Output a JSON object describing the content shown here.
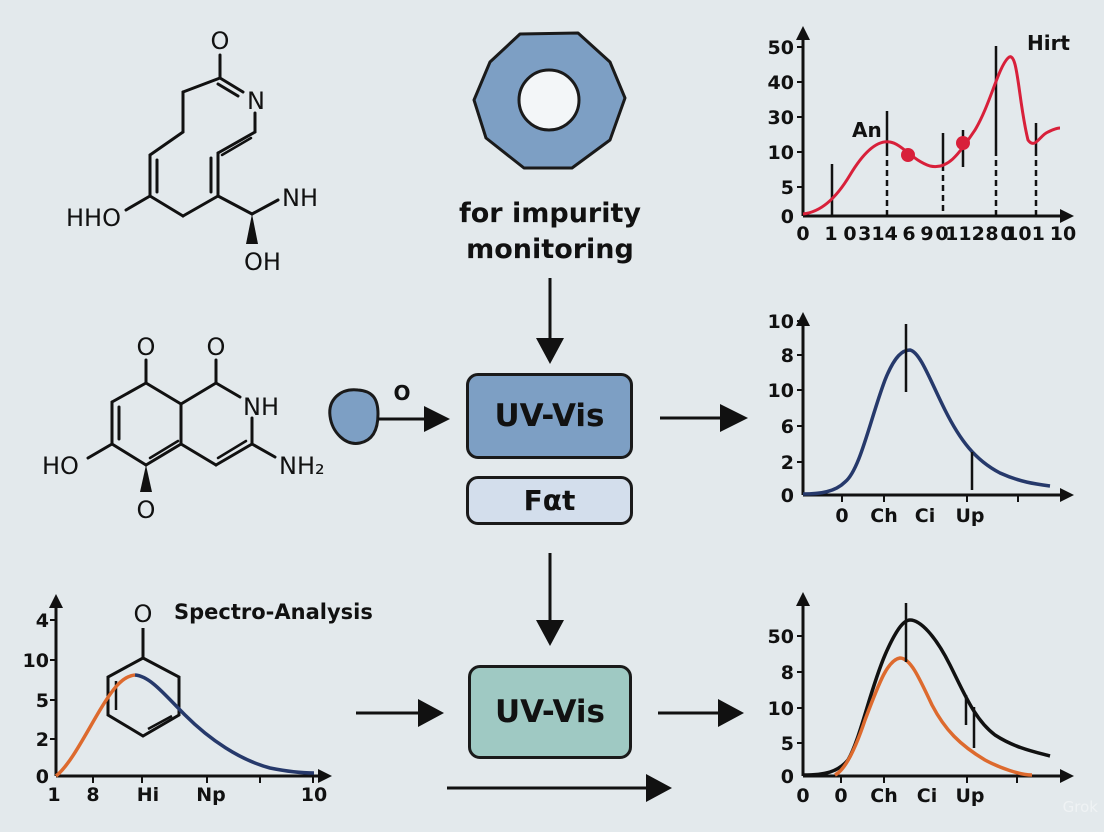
{
  "diagram": {
    "title_text": [
      "for impurity",
      "monitoring"
    ],
    "spectro_label": "Spectro-Analysis",
    "boxes": {
      "uvvis_top": "UV-Vis",
      "fact": "Fαt",
      "uvvis_bottom": "UV-Vis"
    },
    "arrow_label": "O",
    "molecules": {
      "mol1": {
        "labels": [
          "O",
          "N",
          "NH",
          "HHO",
          "OH"
        ]
      },
      "mol2": {
        "labels": [
          "O",
          "O",
          "NH",
          "HO",
          "NH₂",
          "O"
        ]
      },
      "mol3": {
        "labels": [
          "O"
        ]
      }
    },
    "colors": {
      "background": "#e3e9ec",
      "blue_box": "#7d9fc4",
      "light_box": "#d3deec",
      "teal_box": "#9fc9c3",
      "red_curve": "#d8203a",
      "navy_curve": "#26396b",
      "orange_curve": "#dd6a2e",
      "black_curve": "#111111"
    },
    "watermark": "Grok"
  },
  "chart_data": [
    {
      "type": "line",
      "id": "top-right",
      "title": "",
      "annotations": [
        "Hirt",
        "An"
      ],
      "ylabel_ticks": [
        "0",
        "5",
        "10",
        "30",
        "40",
        "50"
      ],
      "xlabel_ticks": [
        "0",
        "1",
        "0",
        "314",
        "6",
        "9",
        "0",
        "112",
        "8",
        "0",
        "101",
        "10"
      ],
      "series": [
        {
          "name": "red",
          "color": "#d8203a",
          "x": [
            0,
            1,
            2,
            3,
            4,
            5,
            6,
            7,
            8,
            8.5,
            9,
            9.5,
            10
          ],
          "y": [
            0,
            3,
            9,
            12,
            10,
            8,
            9,
            13,
            30,
            44,
            40,
            12,
            16
          ]
        }
      ],
      "markers": [
        {
          "x": 4.3,
          "y": 10
        },
        {
          "x": 6.9,
          "y": 12
        }
      ],
      "grid": false
    },
    {
      "type": "line",
      "id": "middle-right",
      "ylabel_ticks": [
        "0",
        "2",
        "6",
        "10",
        "8",
        "10"
      ],
      "xlabel_ticks": [
        "0",
        "Ch",
        "Ci",
        "Up"
      ],
      "series": [
        {
          "name": "navy",
          "color": "#26396b",
          "x": [
            0,
            1,
            2,
            2.5,
            3,
            3.5,
            4,
            5,
            6
          ],
          "y": [
            0,
            0.5,
            6,
            8.3,
            7,
            4.5,
            2.5,
            1,
            0.5
          ]
        }
      ],
      "grid": false
    },
    {
      "type": "line",
      "id": "bottom-left",
      "title": "Spectro-Analysis",
      "ylabel_ticks": [
        "0",
        "2",
        "5",
        "10",
        "4"
      ],
      "xlabel_ticks": [
        "1",
        "8",
        "Hi",
        "Np",
        "10"
      ],
      "series": [
        {
          "name": "orange",
          "color": "#dd6a2e",
          "x": [
            1,
            2,
            3,
            3.4
          ],
          "y": [
            0,
            3,
            6.5,
            7.5
          ]
        },
        {
          "name": "navy",
          "color": "#26396b",
          "x": [
            3.4,
            5,
            7,
            10
          ],
          "y": [
            7.5,
            4,
            1.5,
            0.2
          ]
        }
      ],
      "grid": false
    },
    {
      "type": "line",
      "id": "bottom-right",
      "ylabel_ticks": [
        "0",
        "5",
        "10",
        "8",
        "50"
      ],
      "xlabel_ticks": [
        "0",
        "0",
        "Ch",
        "Ci",
        "Up"
      ],
      "series": [
        {
          "name": "black",
          "color": "#111111",
          "x": [
            0,
            1,
            2,
            3,
            4,
            5,
            6,
            7
          ],
          "y": [
            0,
            0.5,
            6,
            9.5,
            7,
            3.5,
            1.8,
            1
          ]
        },
        {
          "name": "orange",
          "color": "#dd6a2e",
          "x": [
            0,
            1,
            2,
            2.8,
            4,
            5,
            6,
            6.5
          ],
          "y": [
            0,
            0.3,
            5,
            7.3,
            4,
            1.8,
            0.5,
            0
          ]
        }
      ],
      "grid": false
    }
  ]
}
